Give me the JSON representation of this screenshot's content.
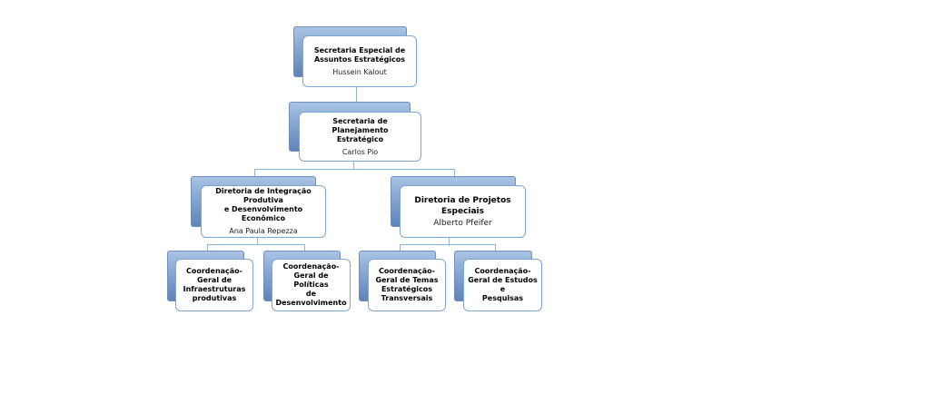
{
  "org_chart": {
    "secretaria_especial": {
      "title": "Secretaria Especial de\nAssuntos Estratégicos",
      "person": "Hussein Kalout"
    },
    "secretaria_planejamento": {
      "title": "Secretaria  de Planejamento\nEstratégico",
      "person": "Carlos Pio"
    },
    "diretoria_integracao": {
      "title": "Diretoria de Integração  Produtiva\ne Desenvolvimento Econômico",
      "person": "Ana Paula Repezza"
    },
    "diretoria_projetos": {
      "title": "Diretoria de Projetos Especiais",
      "person": "Alberto Pfeifer"
    },
    "cg_infraestruturas": {
      "title": "Coordenação-\nGeral de\nInfraestruturas\nprodutivas"
    },
    "cg_politicas": {
      "title": "Coordenação-\nGeral de Políticas\nde\nDesenvolvimento"
    },
    "cg_temas": {
      "title": "Coordenação-\nGeral de Temas\nEstratégicos\nTransversais"
    },
    "cg_estudos": {
      "title": "Coordenação-\nGeral de Estudos e\nPesquisas"
    }
  },
  "colors": {
    "connector": "#8fb4d6",
    "box_border": "#7fa6cf",
    "back_panel": "#7d9fcd"
  }
}
